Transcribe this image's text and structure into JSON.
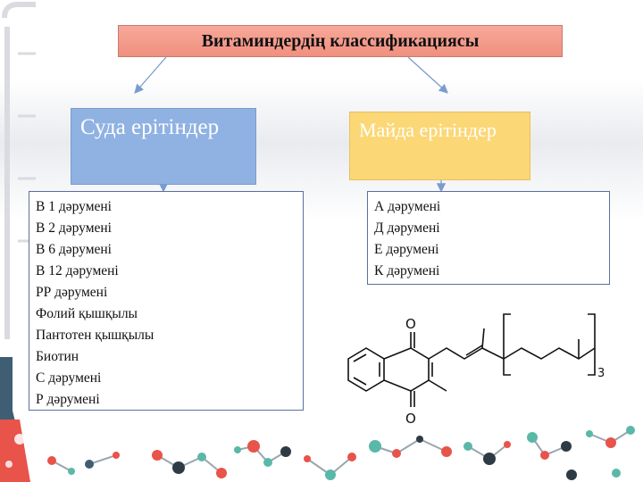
{
  "title": "Витаминдердің классификациясы",
  "categories": {
    "water": "Суда ерітіндер",
    "fat": "Майда ерітіндер"
  },
  "water_list": [
    "В 1 дәрумені",
    "В 2 дәрумені",
    "В 6 дәрумені",
    "В 12 дәрумені",
    "РР дәрумені",
    "Фолий қышқылы",
    "Пантотен қышқылы",
    "Биотин",
    "С дәрумені",
    "Р дәрумені"
  ],
  "fat_list": [
    "А дәрумені",
    "Д дәрумені",
    "Е дәрумені",
    "К дәрумені"
  ],
  "structure_labels": {
    "oxygen_top": "O",
    "oxygen_bottom": "O",
    "repeat_subscript": "3"
  },
  "colors": {
    "title_fill": "#f0907f",
    "water_fill": "#8fb2e3",
    "fat_fill": "#fbd776",
    "arrow": "#7a9ccc"
  }
}
